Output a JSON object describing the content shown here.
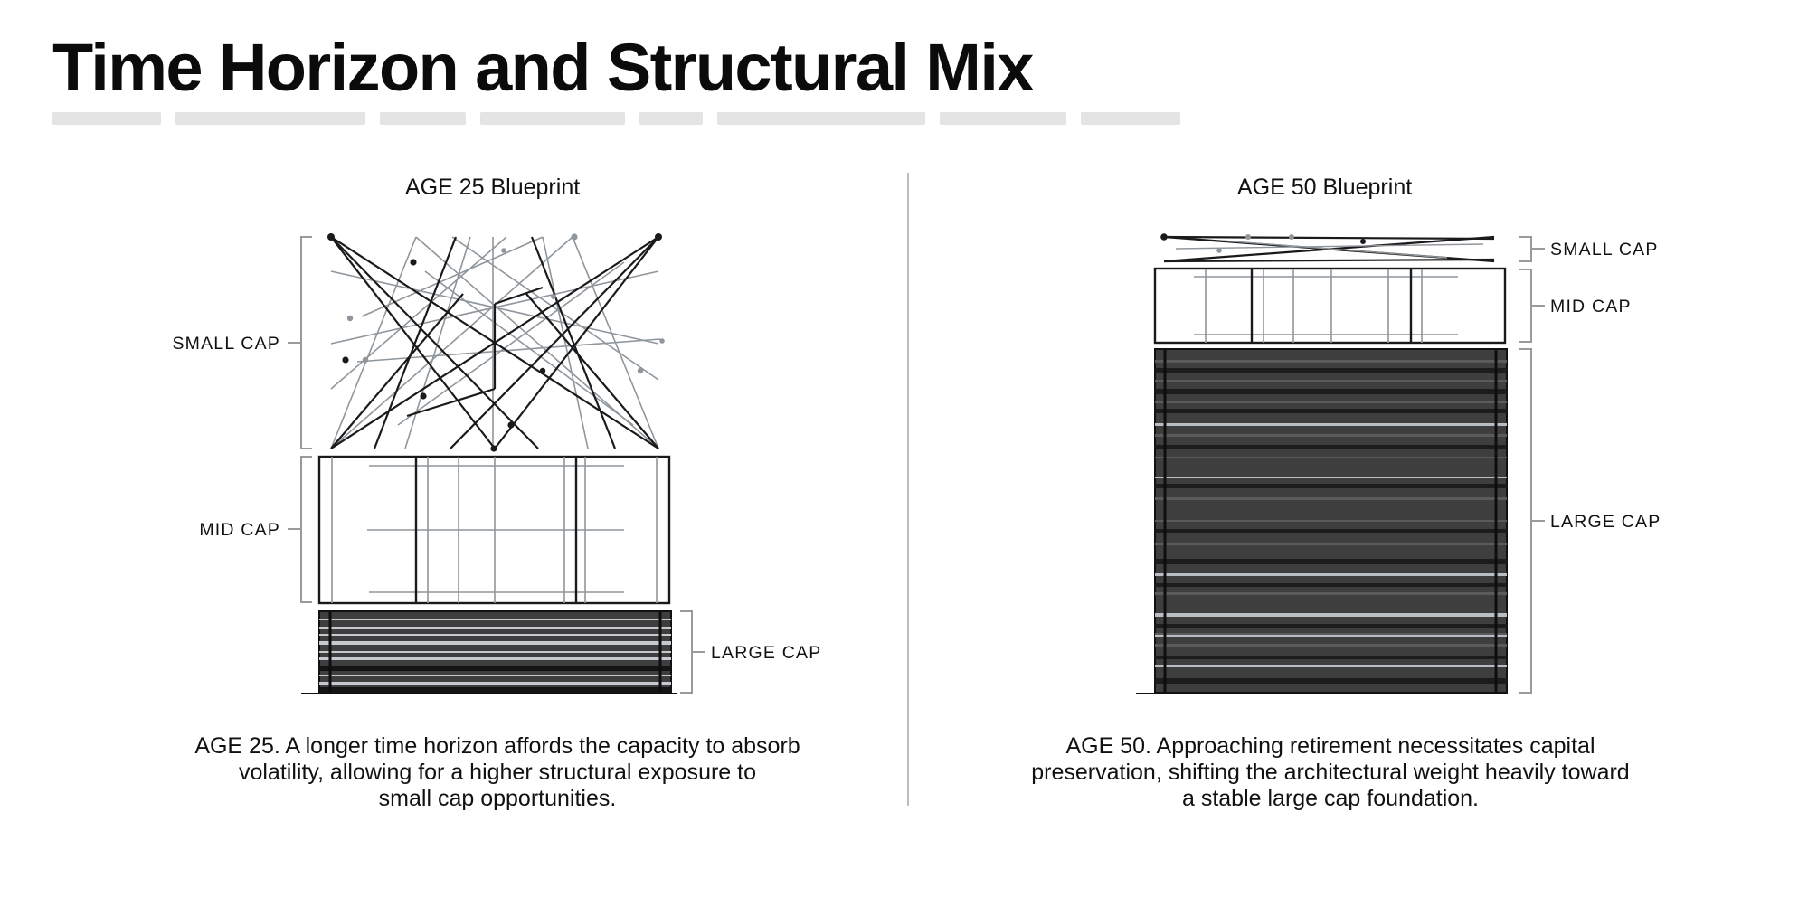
{
  "page": {
    "title": "Time Horizon and Structural Mix"
  },
  "panels": [
    {
      "title": "AGE 25 Blueprint",
      "labels": {
        "small": "SMALL CAP",
        "mid": "MID CAP",
        "large": "LARGE CAP"
      },
      "caption_lines": [
        "AGE 25. A longer time horizon affords the capacity to absorb",
        "volatility, allowing for a higher structural exposure to",
        "small cap opportunities."
      ]
    },
    {
      "title": "AGE 50 Blueprint",
      "labels": {
        "small": "SMALL CAP",
        "mid": "MID CAP",
        "large": "LARGE CAP"
      },
      "caption_lines": [
        "AGE 50. Approaching retirement necessitates capital",
        "preservation, shifting the architectural weight heavily toward",
        "a stable large cap foundation."
      ]
    }
  ],
  "colors": {
    "ink": "#111111",
    "grey_line": "#8f969c",
    "large_cap_fill": "#3e3e3e",
    "divider": "#bdbdbd"
  }
}
